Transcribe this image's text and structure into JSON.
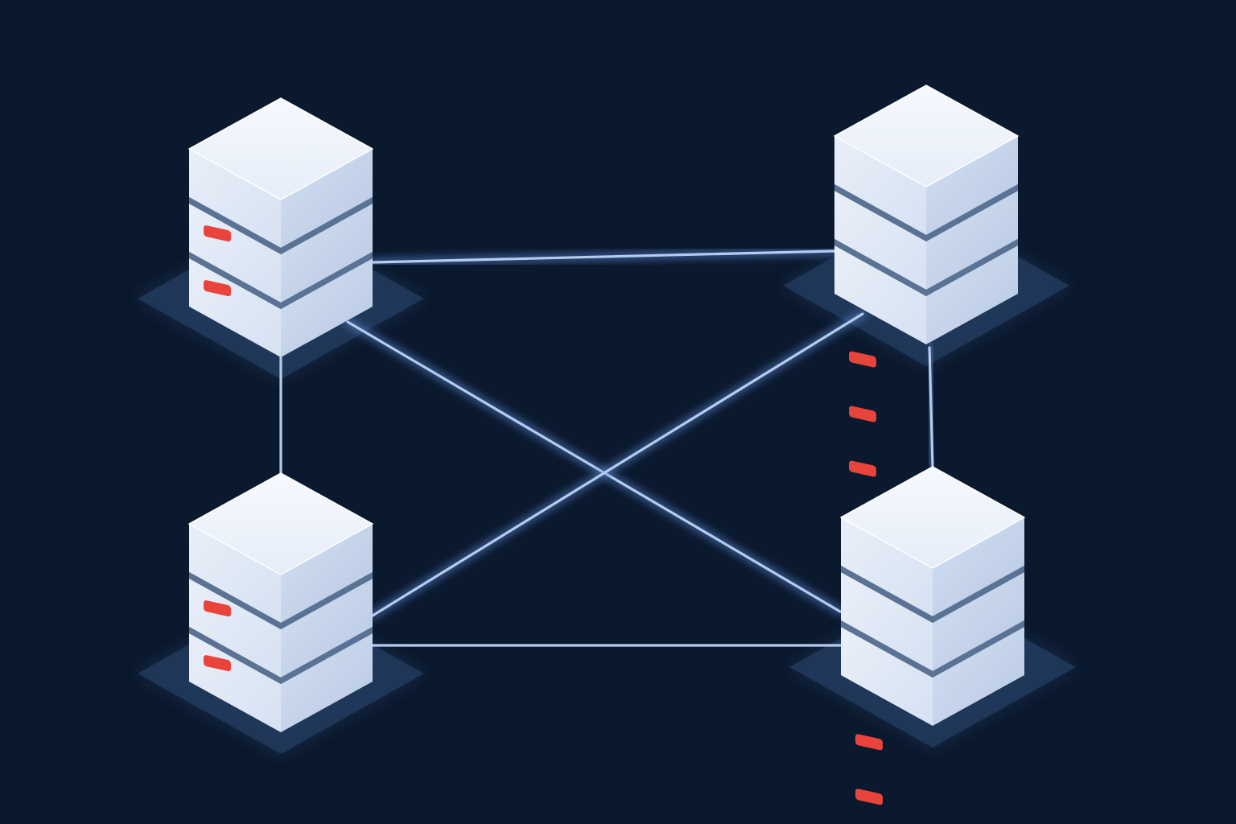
{
  "diagram": {
    "style": "isometric",
    "colors": {
      "background": "#0b192e",
      "connection": "#b6ccee",
      "connection_glow": "#5f8fe0",
      "platform": "#21395c",
      "server_top": "#eef3fb",
      "server_left": "#e1e9f6",
      "server_right": "#c4d3ea",
      "server_seam": "#5a7395",
      "indicator_light": "#e8443c"
    },
    "nodes": [
      {
        "id": "server-top-left",
        "icon": "server-stack-icon",
        "layers": 3,
        "indicator_lights": 2
      },
      {
        "id": "server-top-right",
        "icon": "server-stack-icon",
        "layers": 3,
        "indicator_lights": 3
      },
      {
        "id": "server-bottom-left",
        "icon": "server-stack-icon",
        "layers": 3,
        "indicator_lights": 2
      },
      {
        "id": "server-bottom-right",
        "icon": "server-stack-icon",
        "layers": 3,
        "indicator_lights": 2
      }
    ],
    "connections": [
      {
        "from": "server-top-left",
        "to": "server-top-right"
      },
      {
        "from": "server-top-left",
        "to": "server-bottom-left"
      },
      {
        "from": "server-top-right",
        "to": "server-bottom-right"
      },
      {
        "from": "server-bottom-left",
        "to": "server-bottom-right"
      },
      {
        "from": "server-top-left",
        "to": "server-bottom-right"
      },
      {
        "from": "server-top-right",
        "to": "server-bottom-left"
      }
    ]
  }
}
